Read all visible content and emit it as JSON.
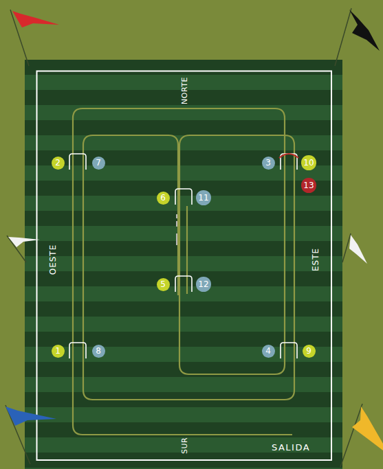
{
  "diagram": {
    "nodes": [
      {
        "text": [
          "2"
        ]
      },
      {
        "text": [
          "7"
        ]
      },
      {
        "text": [
          "3"
        ]
      },
      {
        "text": [
          "10"
        ]
      },
      {
        "text": [
          "13"
        ]
      },
      {
        "text": [
          "6"
        ]
      },
      {
        "text": [
          "11"
        ]
      },
      {
        "text": [
          "5"
        ]
      },
      {
        "text": [
          "12"
        ]
      },
      {
        "text": [
          "1"
        ]
      },
      {
        "text": [
          "8"
        ]
      },
      {
        "text": [
          "4"
        ]
      },
      {
        "text": [
          "9"
        ]
      }
    ],
    "labels": [
      "NORTE",
      "OESTE",
      "ESTE",
      "SUR",
      "SALIDA"
    ]
  }
}
